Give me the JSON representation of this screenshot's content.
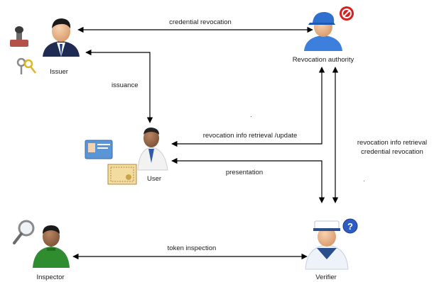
{
  "actors": {
    "issuer": {
      "label": "Issuer"
    },
    "revocation_authority": {
      "label": "Revocation authority"
    },
    "user": {
      "label": "User"
    },
    "inspector": {
      "label": "Inspector"
    },
    "verifier": {
      "label": "Verifier"
    }
  },
  "edges": {
    "credential_revocation": "credential revocation",
    "issuance": "issuance",
    "revocation_info_update": "revocation info retrieval /update",
    "presentation": "presentation",
    "verifier_line1": "revocation info retrieval",
    "verifier_line2": "credential revocation",
    "token_inspection": "token inspection"
  },
  "colors": {
    "arrow": "#000000",
    "stop_badge": "#d61f1f",
    "help_badge": "#2e5cc2",
    "issuer_suit": "#1f2b52",
    "authority_cap": "#2f6fd0",
    "authority_shirt": "#3d7fdc",
    "inspector_shirt": "#2f8c2f",
    "verifier_uniform": "#eef3fa",
    "user_suit": "#f2f2f2"
  },
  "icons": [
    "stamp-icon",
    "keys-icon",
    "stop-icon",
    "id-card-icon",
    "certificate-icon",
    "magnifier-icon",
    "help-icon"
  ]
}
